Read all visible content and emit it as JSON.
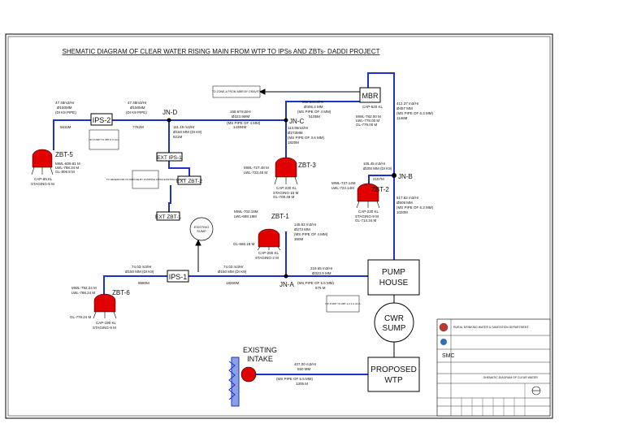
{
  "title": "SHEMATIC DIAGRAM OF CLEAR WATER RISING MAIN FROM WTP TO IPSs AND ZBTs- DADDI PROJECT",
  "colors": {
    "pipe": "#1a33cc",
    "tank": "#e00000",
    "frame": "#000000"
  },
  "nodes": {
    "mbr": "MBR",
    "ips2": "IPS-2",
    "ips1": "IPS-1",
    "ext_ips1": "EXT IPS-1",
    "ext_zbt2": "EXT ZBT-2",
    "ext_zbt1": "EXT ZBT-1",
    "jn_d": "JN-D",
    "jn_c": "JN-C",
    "jn_b": "JN-B",
    "jn_a": "JN-A",
    "pump_house_1": "PUMP",
    "pump_house_2": "HOUSE",
    "cwr_1": "CWR",
    "cwr_2": "SUMP",
    "wtp_1": "PROPOSED",
    "wtp_2": "WTP",
    "intake_1": "EXISTING",
    "intake_2": "INTAKE"
  },
  "zbts": {
    "zbt5": {
      "name": "ZBT-5",
      "mwl": "MWL-809.81 M",
      "lwl": "LWL-788.34 M",
      "gl": "GL-808.8 M",
      "cap": "CAP-95 KL",
      "stg": "STAGING-5 M"
    },
    "zbt3": {
      "name": "ZBT-3",
      "mwl": "MWL-727.48 M",
      "lwl": "LWL-723.48 M",
      "cap": "CAP-230 KL",
      "stg": "STAGING-15 M",
      "gl": "GL-708.48 M"
    },
    "zbt2": {
      "name": "ZBT-2",
      "mwl": "MWL-727.14M",
      "lwl": "LWL-723.14M",
      "cap": "CAP-230 KL",
      "stg": "STAGING-9 M",
      "gl": "GL-714.34 M"
    },
    "zbt1": {
      "name": "ZBT-1",
      "mwl": "MWL-702.18M",
      "lwl": "LWL-698.18M",
      "gl": "GL-686.18 M",
      "cap": "CAP-290 KL",
      "stg": "STAGING-2 M"
    },
    "zbt6": {
      "name": "ZBT-6",
      "mwl": "MWL-792.24 M",
      "lwl": "LWL-788.24 M",
      "gl": "GL-779.24 M",
      "cap": "CAP-190 KL",
      "stg": "STAGING-9 M"
    }
  },
  "labels": {
    "ips2_left_1": "47.48m3/Hr",
    "ips2_left_2": "Ø150MM",
    "ips2_left_3": "(DI K9 PIPE)",
    "ips2_left_4": "5611M",
    "ips2_right_1": "47.48m3/Hr",
    "ips2_right_2": "Ø150MM",
    "ips2_right_3": "(DI K9 PIPE)",
    "ips2_right_4": "7762M",
    "jnd_c_1": "158.67m3/Hr",
    "jnd_c_2": "Ø323.9MM",
    "jnd_c_3": "(MS PIPE OF 4 MM)",
    "jnd_c_4": "14384M",
    "jnd_down_1": "111.19 m3/Hr",
    "jnd_down_2": "Ø150 MM (DI K9)",
    "jnd_down_3": "821M",
    "mbr_in_1": "255.53m3/Hr",
    "mbr_in_2": "Ø406.4 MM",
    "mbr_in_3": "(MS PIPE OF 4 MM)",
    "mbr_in_4": "5105M",
    "mbr_cap": "CAP-620 KL",
    "mbr_mwl": "MWL-782.00 M",
    "mbr_lwl": "LWL-778.00 M",
    "mbr_gl": "GL-779.00 M",
    "jnc_down_1": "113.86m3/Hr",
    "jnc_down_2": "Ø273MM",
    "jnc_down_3": "(MS PIPE OF 3.6 MM)",
    "jnc_down_4": "1825M",
    "right_top_1": "412.37 m3/Hr",
    "right_top_2": "Ø457 MM",
    "right_top_3": "(MS PIPE OF 6.3 MM)",
    "right_top_4": "1146M",
    "jnb_1": "105.45 m3/Hr",
    "jnb_2": "Ø200 MM (DI K9)",
    "jnb_3": "2157M",
    "right_mid_1": "517.82 m3/Hr",
    "right_mid_2": "Ø508 MM",
    "right_mid_3": "(MS PIPE OF 6.3 MM)",
    "right_mid_4": "1020M",
    "zbt1_pipe_1": "145.62 m3/Hr",
    "zbt1_pipe_2": "Ø273 MM",
    "zbt1_pipe_3": "(MS PIPE OF 4 MM)",
    "zbt1_pipe_4": "360M",
    "ips1_left_1": "74.03 m3/Hr",
    "ips1_left_2": "Ø150 MM (DI K9)",
    "ips1_left_3": "9580M",
    "ips1_right_1": "74.03 m3/Hr",
    "ips1_right_2": "Ø150 MM (DI K9)",
    "ips1_right_3": "18260M",
    "jna_pump_1": "219.65 m3/Hr",
    "jna_pump_2": "Ø323.9 MM",
    "jna_pump_3": "(MS PIPE OF 5.6 MM)",
    "jna_pump_4": "575 M",
    "intake_1": "407.00 m3/Hr",
    "intake_2": "550 MM",
    "intake_3": "(MS PIPE OF 5.5 MM)",
    "intake_4": "1305 M",
    "mbr_note": "TO ZONE-4 FROM MBR BY GRAVITY",
    "extips_note": "TO RESERVOIR OF REFUSE BY PUMPING FROM EXISTING PUMPS",
    "ips2_note": "NO PUMP TO ZBT-5 3 Nos.",
    "pump_note": "NO PUMP TO ZBT-1,2,3 & JN-A",
    "sump_1": "EXISTING",
    "sump_2": "SUMP"
  },
  "title_block": {
    "org": "RURAL DRINKING WATER & SANITATION DEPARTMENT",
    "company": "SMC",
    "dwg_title": "SHEMATIC DIAGRAM OF CLEAR WATER"
  }
}
